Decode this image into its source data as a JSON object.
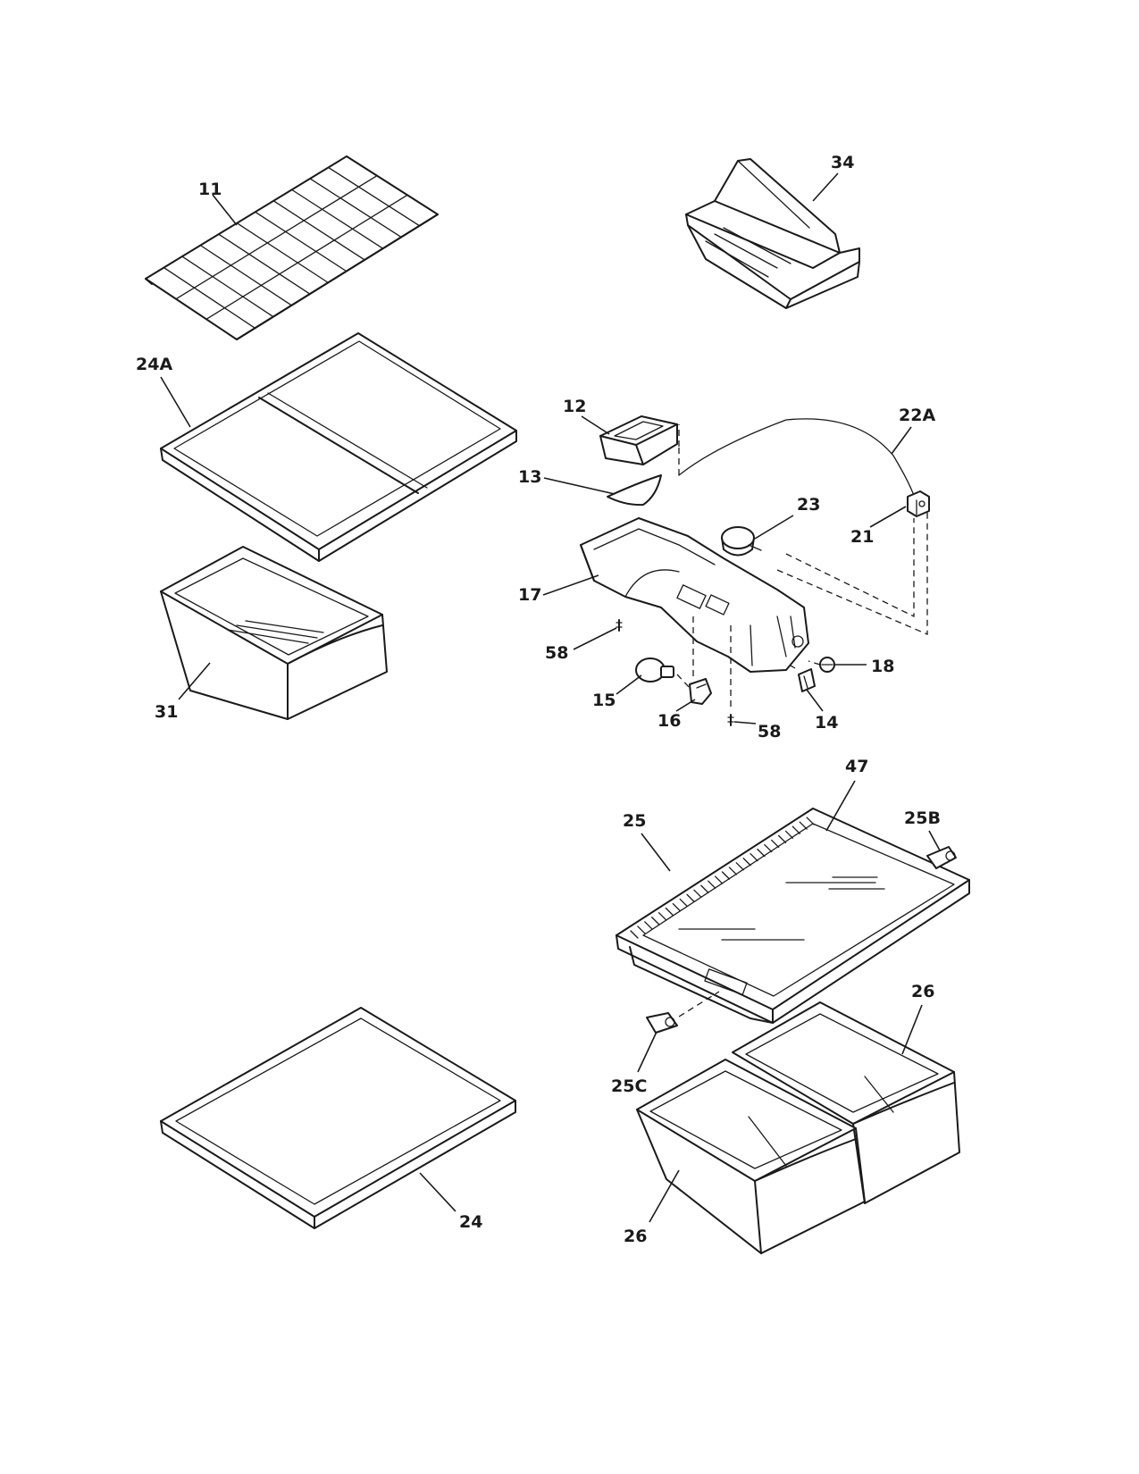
{
  "callouts": {
    "p11": "11",
    "p34": "34",
    "p24A": "24A",
    "p12": "12",
    "p22A": "22A",
    "p13": "13",
    "p23": "23",
    "p21": "21",
    "p17": "17",
    "p58a": "58",
    "p18": "18",
    "p31": "31",
    "p15": "15",
    "p16": "16",
    "p14": "14",
    "p58b": "58",
    "p47": "47",
    "p25": "25",
    "p25B": "25B",
    "p26a": "26",
    "p25C": "25C",
    "p24": "24",
    "p26b": "26"
  }
}
